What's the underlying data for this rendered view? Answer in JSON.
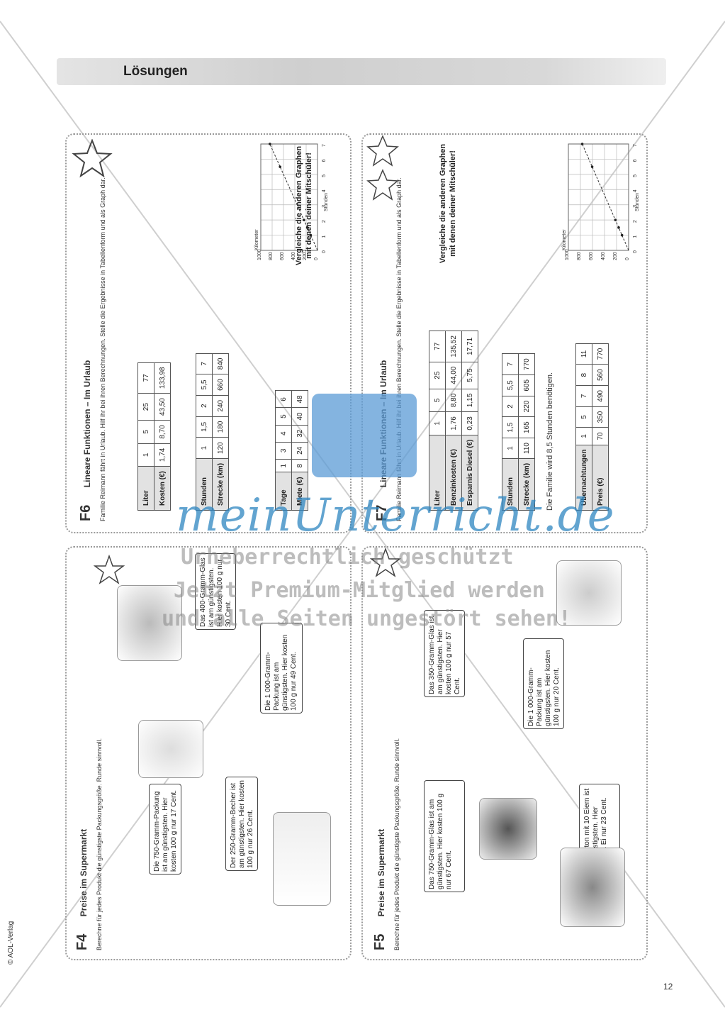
{
  "header": {
    "title": "Lösungen"
  },
  "footer": {
    "copyright": "© AOL-Verlag",
    "page_number": "12"
  },
  "cards": {
    "f4": {
      "id": "F4",
      "title": "Preise im Supermarkt",
      "instruction": "Berechne für jedes Produkt die günstigste Packungsgröße. Runde sinnvoll.",
      "answers": [
        "Die 750-Gramm-Packung ist am günstigsten. Hier kosten 100 g nur 17 Cent.",
        "Der 250-Gramm-Becher ist am günstigsten. Hier kosten 100 g nur 26 Cent.",
        "Das 400-Gramm-Glas ist am günstigsten. Hier kosten 100 g nur 30 Cent.",
        "Die 1 000-Gramm-Packung ist am günstigsten. Hier kosten 100 g nur 49 Cent."
      ]
    },
    "f5": {
      "id": "F5",
      "title": "Preise im Supermarkt",
      "instruction": "Berechne für jedes Produkt die günstigste Packungsgröße. Runde sinnvoll.",
      "answers": [
        "Das 750-Gramm-Glas ist am günstigsten. Hier kosten 100 g nur 67 Cent.",
        "Das 350-Gramm-Glas ist am günstigsten. Hier kosten 100 g nur 57 Cent.",
        "Der Karton mit 10 Eiern ist am günstigsten. Hier kostet 1 Ei nur 23 Cent.",
        "Die 1 000-Gramm-Packung ist am günstigsten. Hier kosten 100 g nur 20 Cent."
      ]
    },
    "f6": {
      "id": "F6",
      "title": "Lineare Funktionen – Im Urlaub",
      "instruction": "Familie Reimann fährt in Urlaub. Hilf ihr bei ihren Berechnungen. Stelle die Ergebnisse in Tabellenform und als Graph dar.",
      "table1": {
        "rows": [
          [
            "Liter",
            "1",
            "5",
            "25",
            "77"
          ],
          [
            "Kosten (€)",
            "1,74",
            "8,70",
            "43,50",
            "133,98"
          ]
        ]
      },
      "table2": {
        "rows": [
          [
            "Stunden",
            "1",
            "1,5",
            "2",
            "5,5",
            "7"
          ],
          [
            "Strecke (km)",
            "120",
            "180",
            "240",
            "660",
            "840"
          ]
        ]
      },
      "table3": {
        "rows": [
          [
            "Tage",
            "1",
            "3",
            "4",
            "5",
            "6"
          ],
          [
            "Miete (€)",
            "8",
            "24",
            "32",
            "40",
            "48"
          ]
        ]
      },
      "compare": "Vergleiche die anderen Graphen mit denen deiner Mitschüler!"
    },
    "f7": {
      "id": "F7",
      "title": "Lineare Funktionen – Im Urlaub",
      "instruction": "Familie Reimann fährt in Urlaub. Hilf ihr bei ihren Berechnungen. Stelle die Ergebnisse in Tabellenform und als Graph dar.",
      "table1": {
        "rows": [
          [
            "Liter",
            "1",
            "5",
            "25",
            "77"
          ],
          [
            "Benzinkosten (€)",
            "1,76",
            "8,80",
            "44,00",
            "135,52"
          ],
          [
            "Ersparnis Diesel (€)",
            "0,23",
            "1,15",
            "5,75",
            "17,71"
          ]
        ]
      },
      "table2": {
        "rows": [
          [
            "Stunden",
            "1",
            "1,5",
            "2",
            "5,5",
            "7"
          ],
          [
            "Strecke (km)",
            "110",
            "165",
            "220",
            "605",
            "770"
          ]
        ]
      },
      "note": "Die Familie wird 8,5 Stunden benötigen.",
      "table3": {
        "rows": [
          [
            "Übernachtungen",
            "1",
            "5",
            "7",
            "8",
            "11"
          ],
          [
            "Preis (€)",
            "70",
            "350",
            "490",
            "560",
            "770"
          ]
        ]
      },
      "compare": "Vergleiche die anderen Graphen mit denen deiner Mitschüler!"
    }
  },
  "chart_data": [
    {
      "type": "line",
      "xlabel": "Stunden",
      "ylabel": "Kilometer",
      "xlim": [
        0,
        7
      ],
      "ylim": [
        0,
        1000
      ],
      "xticks": [
        "0",
        "1",
        "2",
        "3",
        "4",
        "5",
        "6",
        "7"
      ],
      "yticks": [
        "0",
        "200",
        "400",
        "600",
        "800",
        "1000"
      ],
      "series": [
        {
          "x": [
            1,
            1.5,
            2,
            5.5,
            7
          ],
          "y": [
            120,
            180,
            240,
            660,
            840
          ]
        }
      ]
    },
    {
      "type": "line",
      "xlabel": "Stunden",
      "ylabel": "Kilometer",
      "xlim": [
        0,
        7
      ],
      "ylim": [
        0,
        1000
      ],
      "xticks": [
        "0",
        "1",
        "2",
        "3",
        "4",
        "5",
        "6",
        "7"
      ],
      "yticks": [
        "0",
        "200",
        "400",
        "600",
        "800",
        "1000"
      ],
      "series": [
        {
          "x": [
            1,
            1.5,
            2,
            5.5,
            7
          ],
          "y": [
            110,
            165,
            220,
            605,
            770
          ]
        }
      ]
    }
  ],
  "watermark": {
    "logo": "meinUnterricht.de",
    "line1": "Urheberrechtlich geschützt",
    "line2": "Jetzt Premium-Mitglied werden",
    "line3": "und alle Seiten ungestört sehen!"
  }
}
